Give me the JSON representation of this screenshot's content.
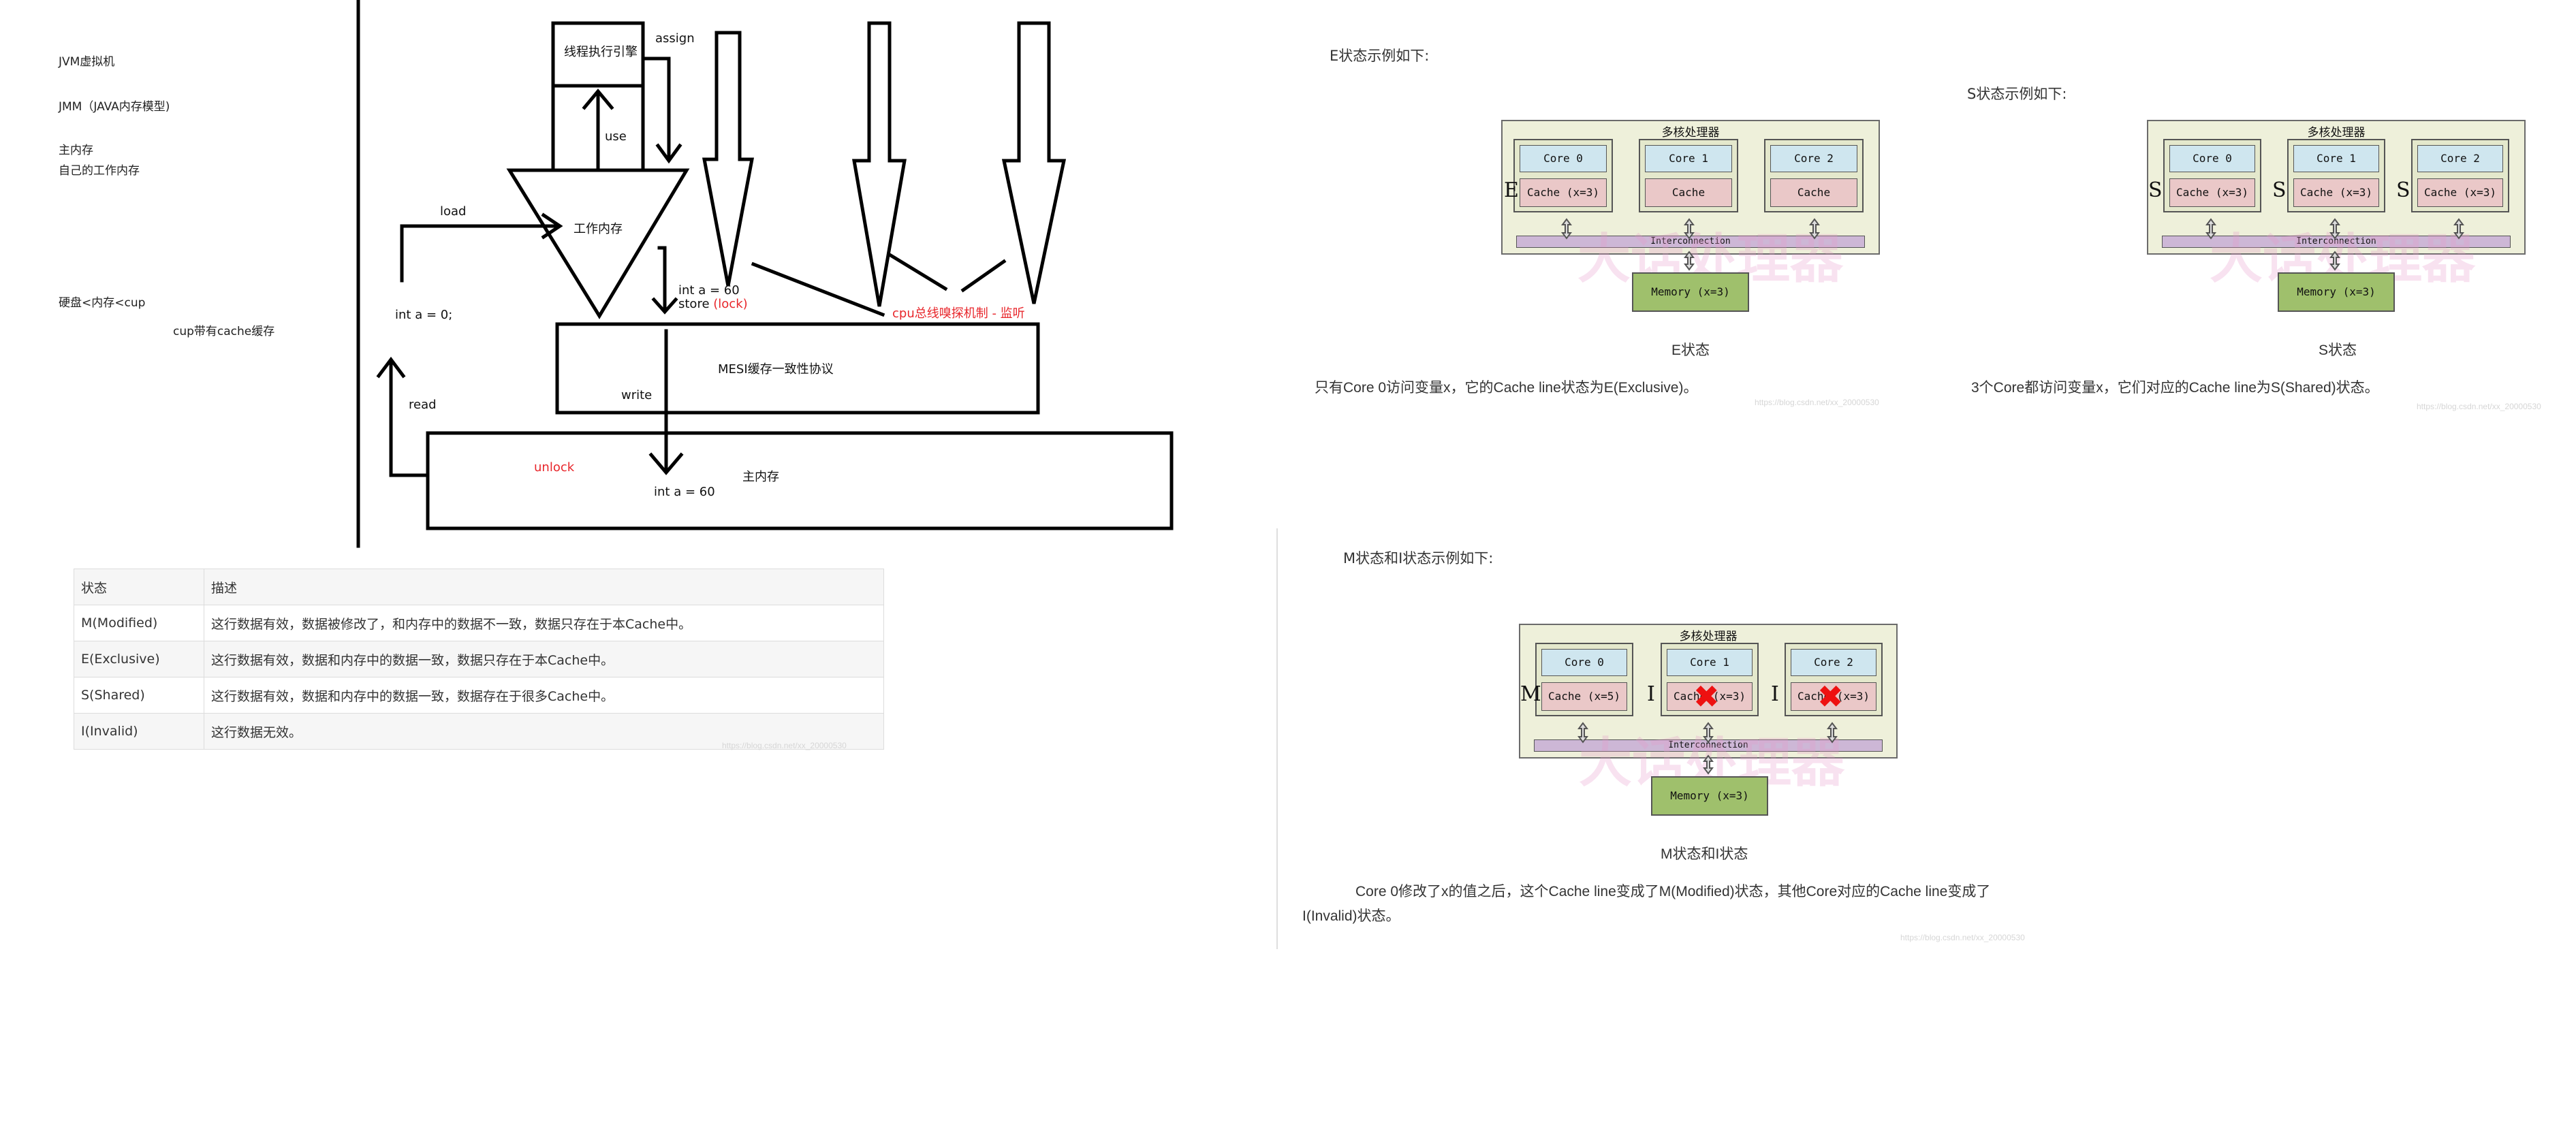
{
  "notes": {
    "jvm": "JVM虚拟机",
    "jmm": "JMM（JAVA内存模型)",
    "main_memory": "主内存",
    "own_work_memory": "自己的工作内存",
    "speed": "硬盘<内存<cup",
    "cpu_cache": "cup带有cache缓存"
  },
  "diagram": {
    "engine": "线程执行引擎",
    "assign": "assign",
    "use": "use",
    "load": "load",
    "work_memory": "工作内存",
    "int_a0": "int a = 0;",
    "int_a60_top": "int a = 60",
    "store": "store",
    "lock": "(lock)",
    "bus_sniff": "cpu总线嗅探机制 - 监听",
    "mesi_box": "MESI缓存一致性协议",
    "read": "read",
    "write": "write",
    "unlock": "unlock",
    "int_a60_bottom": "int a = 60",
    "main_box": "主内存"
  },
  "colors": {
    "red_text": "#e8262b",
    "core": "#cfe6ef",
    "cache": "#eac8c8",
    "interconnect": "#cdb7d6",
    "memory": "#9fc06c",
    "fig_bg": "#eef0da"
  },
  "mesi_table": {
    "headers": [
      "状态",
      "描述"
    ],
    "rows": [
      [
        "M(Modified)",
        "这行数据有效，数据被修改了，和内存中的数据不一致，数据只存在于本Cache中。"
      ],
      [
        "E(Exclusive)",
        "这行数据有效，数据和内存中的数据一致，数据只存在于本Cache中。"
      ],
      [
        "S(Shared)",
        "这行数据有效，数据和内存中的数据一致，数据存在于很多Cache中。"
      ],
      [
        "I(Invalid)",
        "这行数据无效。"
      ]
    ],
    "url": "https://blog.csdn.net/xx_20000530"
  },
  "e_state": {
    "heading": "E状态示例如下:",
    "proc_title": "多核处理器",
    "cores": [
      "Core 0",
      "Core 1",
      "Core 2"
    ],
    "caches": [
      "Cache (x=3)",
      "Cache",
      "Cache"
    ],
    "letter": "E",
    "interconnect": "Interconnection",
    "memory": "Memory (x=3)",
    "watermark": "大话处理器",
    "caption": "E状态",
    "description": "只有Core 0访问变量x，它的Cache line状态为E(Exclusive)。",
    "url": "https://blog.csdn.net/xx_20000530"
  },
  "s_state": {
    "heading": "S状态示例如下:",
    "proc_title": "多核处理器",
    "cores": [
      "Core 0",
      "Core 1",
      "Core 2"
    ],
    "caches": [
      "Cache (x=3)",
      "Cache (x=3)",
      "Cache (x=3)"
    ],
    "letters": [
      "S",
      "S",
      "S"
    ],
    "interconnect": "Interconnection",
    "memory": "Memory (x=3)",
    "watermark": "大话处理器",
    "caption": "S状态",
    "description": "3个Core都访问变量x，它们对应的Cache line为S(Shared)状态。",
    "url": "https://blog.csdn.net/xx_20000530"
  },
  "mi_state": {
    "heading": "M状态和I状态示例如下:",
    "proc_title": "多核处理器",
    "cores": [
      "Core 0",
      "Core 1",
      "Core 2"
    ],
    "caches": [
      "Cache (x=5)",
      "Cache (x=3)",
      "Cache (x=3)"
    ],
    "letters": [
      "M",
      "I",
      "I"
    ],
    "interconnect": "Interconnection",
    "memory": "Memory (x=3)",
    "watermark": "大话处理器",
    "caption": "M状态和I状态",
    "description_line1": "Core 0修改了x的值之后，这个Cache line变成了M(Modified)状态，其他Core对应的Cache line变成了",
    "description_line2": "I(Invalid)状态。",
    "url": "https://blog.csdn.net/xx_20000530"
  }
}
